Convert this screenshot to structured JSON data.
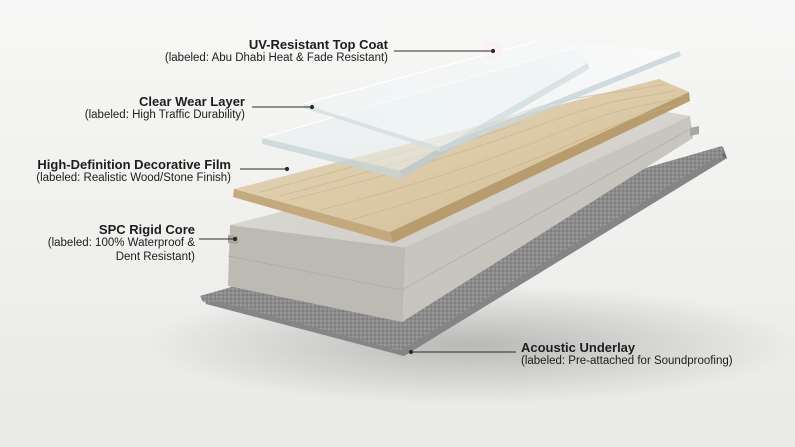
{
  "layers": [
    {
      "title": "UV-Resistant Top Coat",
      "detail": "(labeled: Abu Dhabi Heat & Fade Resistant)"
    },
    {
      "title": "Clear Wear Layer",
      "detail": "(labeled: High Traffic Durability)"
    },
    {
      "title": "High-Definition Decorative Film",
      "detail": "(labeled: Realistic Wood/Stone Finish)"
    },
    {
      "title": "SPC Rigid Core",
      "detail_line1": "(labeled: 100% Waterproof &",
      "detail_line2": "Dent Resistant)"
    },
    {
      "title": "Acoustic Underlay",
      "detail": "(labeled: Pre-attached for Soundproofing)"
    }
  ],
  "colors": {
    "background": "#f1f1f0",
    "glass": "#e6eef0",
    "wood": "#d9c7a5",
    "core": "#cfcdc8",
    "underlay": "#8e8e8e",
    "line": "#2a2a2a"
  }
}
